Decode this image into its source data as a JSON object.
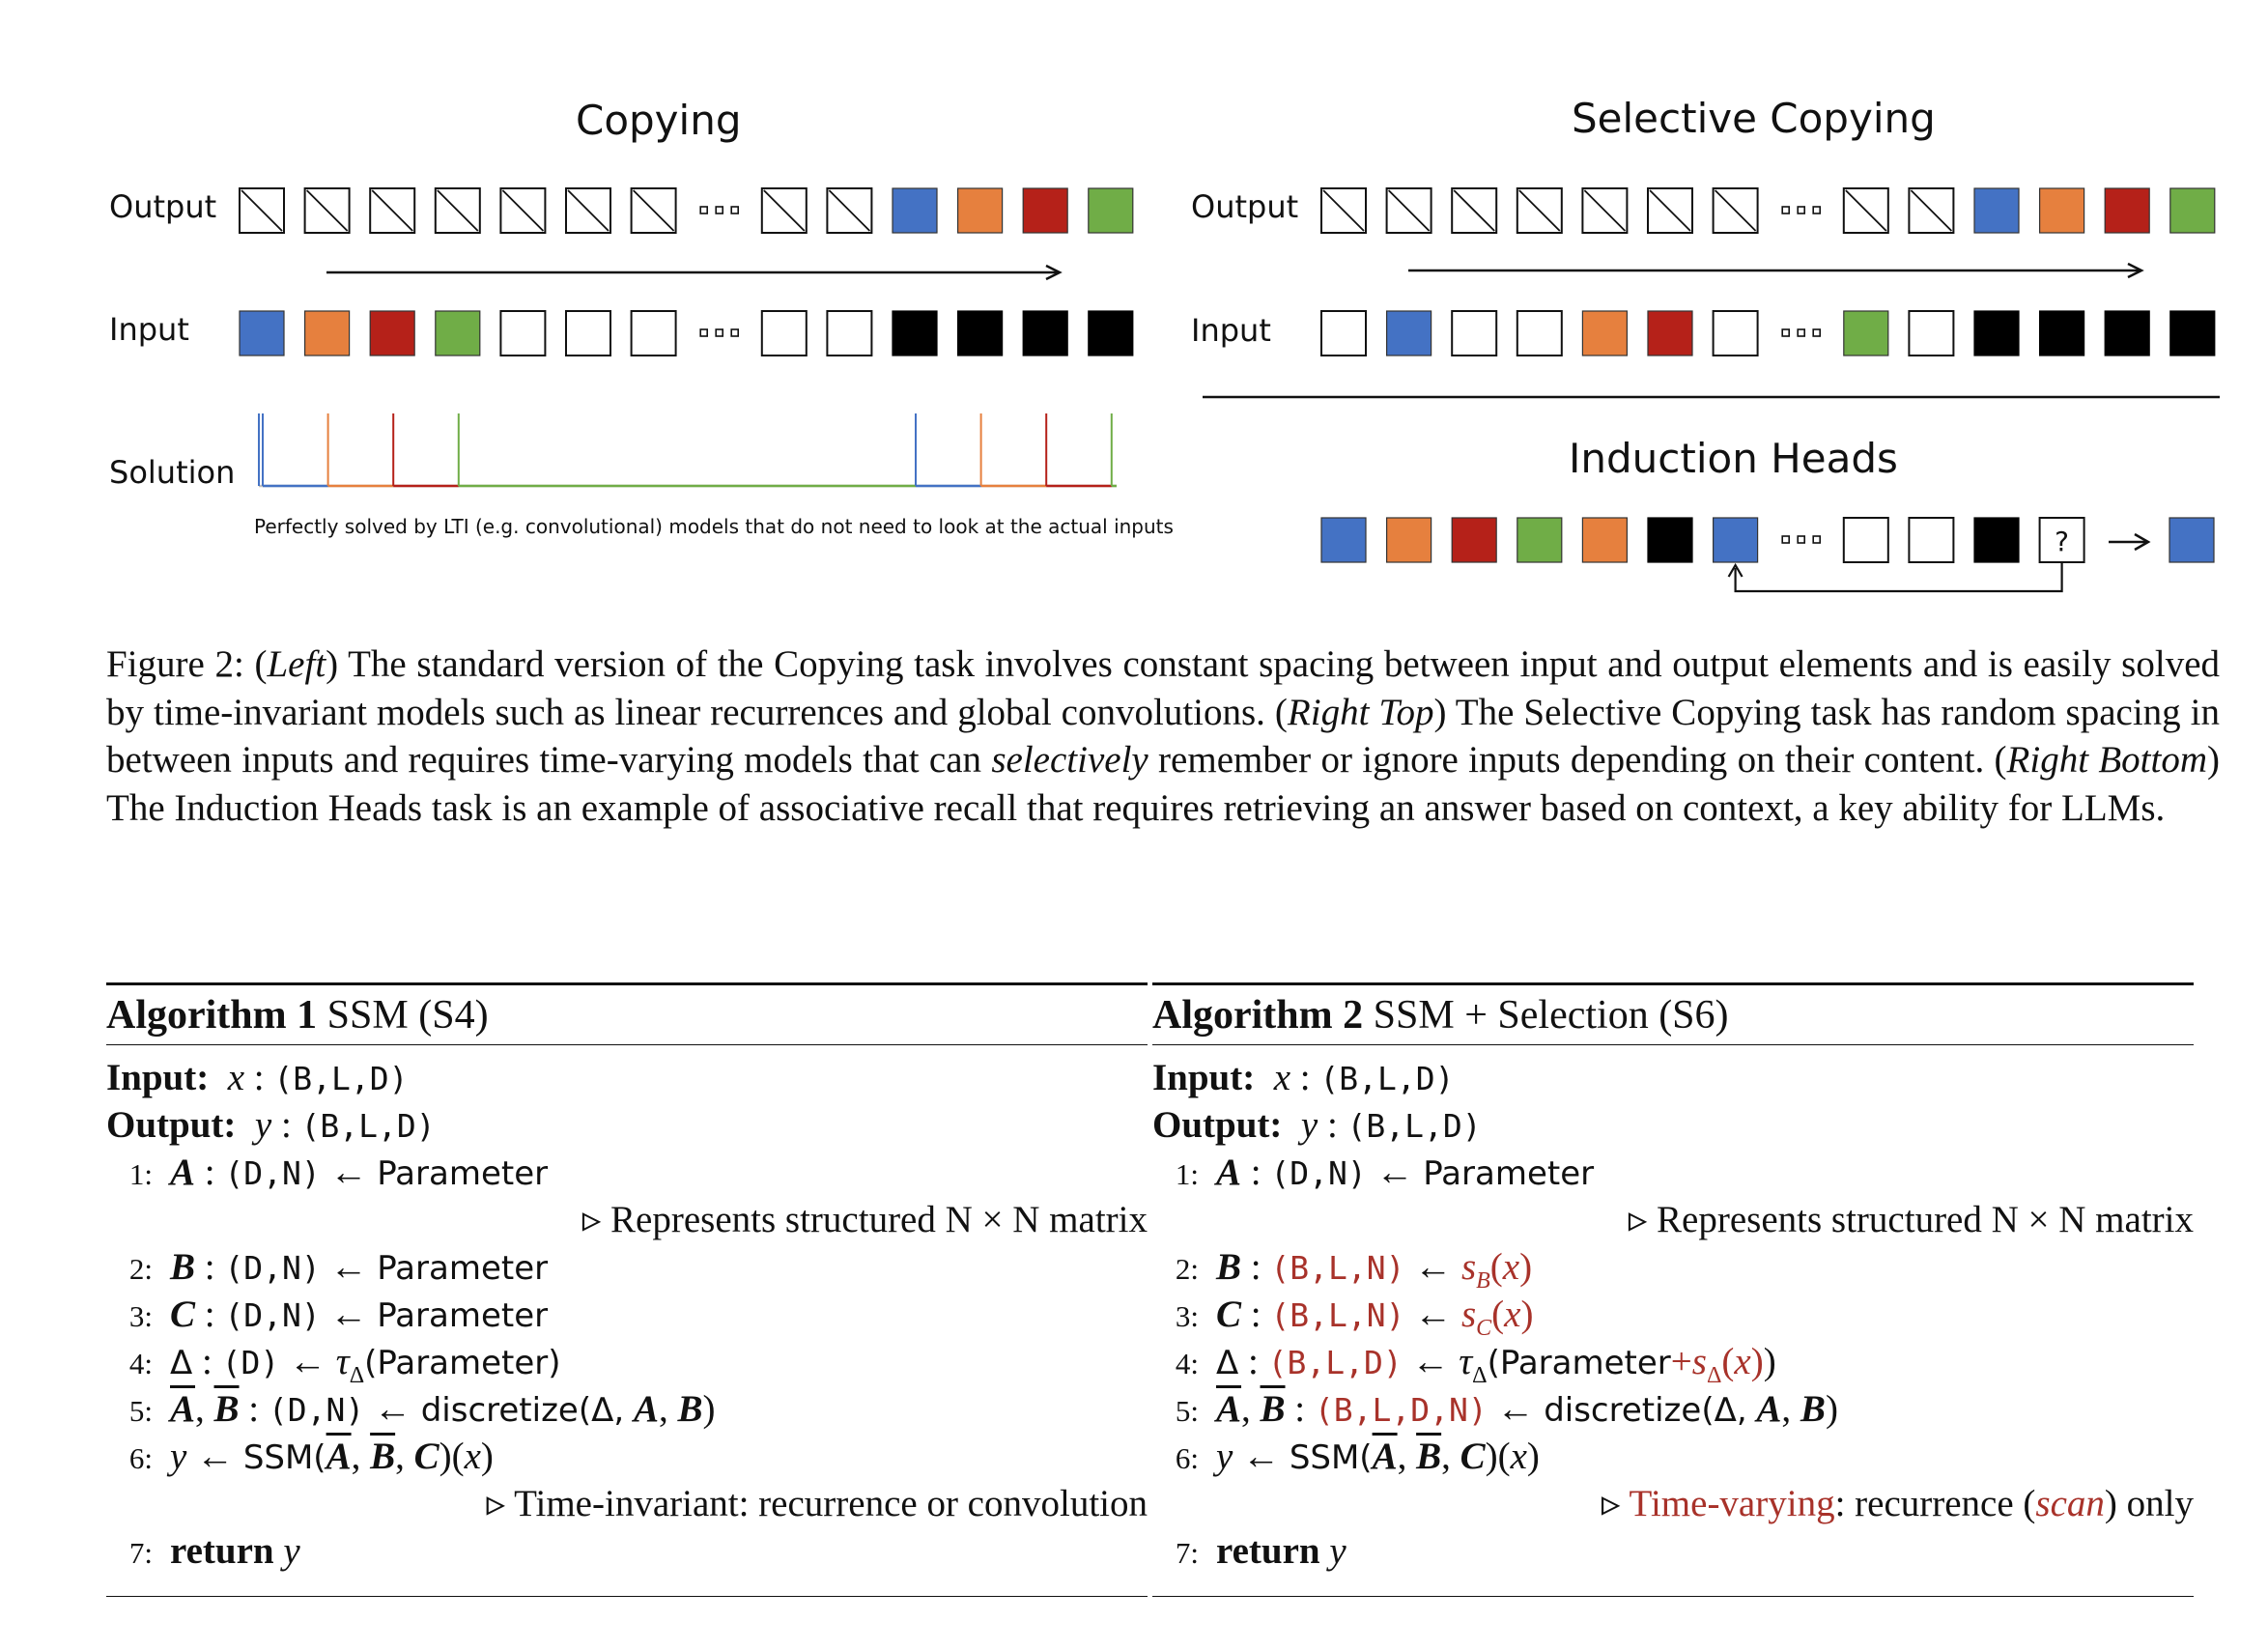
{
  "figure": {
    "copying": {
      "title": "Copying",
      "output_label": "Output",
      "input_label": "Input",
      "solution_label": "Solution",
      "note": "Perfectly solved by LTI (e.g. convolutional) models that do not need to look at the actual inputs",
      "output_cells": [
        "hatch",
        "hatch",
        "hatch",
        "hatch",
        "hatch",
        "hatch",
        "hatch",
        "dots",
        "hatch",
        "hatch",
        "blue",
        "orange",
        "red",
        "green"
      ],
      "input_cells": [
        "blue",
        "orange",
        "red",
        "green",
        "white",
        "white",
        "white",
        "dots",
        "white",
        "white",
        "black",
        "black",
        "black",
        "black"
      ]
    },
    "selective": {
      "title": "Selective Copying",
      "output_label": "Output",
      "input_label": "Input",
      "output_cells": [
        "hatch",
        "hatch",
        "hatch",
        "hatch",
        "hatch",
        "hatch",
        "hatch",
        "dots",
        "hatch",
        "hatch",
        "blue",
        "orange",
        "red",
        "green"
      ],
      "input_cells": [
        "white",
        "blue",
        "white",
        "white",
        "orange",
        "red",
        "white",
        "dots",
        "green",
        "white",
        "black",
        "black",
        "black",
        "black"
      ]
    },
    "induction": {
      "title": "Induction Heads",
      "cells": [
        "blue",
        "orange",
        "red",
        "green",
        "orange",
        "black",
        "blue",
        "dots",
        "white",
        "white",
        "black",
        "query"
      ],
      "query_mark": "?",
      "answer": "blue"
    },
    "colors": {
      "blue": "#4472c4",
      "orange": "#e6803e",
      "red": "#b52119",
      "green": "#70ad47",
      "black": "#000000",
      "white": "#ffffff"
    }
  },
  "caption": {
    "prefix": "Figure 2: (",
    "left": "Left",
    "part1": ") The standard version of the Copying task involves constant spacing between input and output elements and is easily solved by time-invariant models such as linear recurrences and global convolutions. (",
    "right_top": "Right Top",
    "part2": ") The Selective Copying task has random spacing in between inputs and requires time-varying models that can ",
    "selectively": "selectively",
    "part3": " remember or ignore inputs depending on their content. (",
    "right_bottom": "Right Bottom",
    "part4": ") The Induction Heads task is an example of associative recall that requires retrieving an answer based on context, a key ability for LLMs."
  },
  "algorithm1": {
    "label": "Algorithm 1",
    "title": "SSM (S4)",
    "input_kw": "Input:",
    "output_kw": "Output:",
    "comment1": "Represents structured N × N matrix",
    "comment2": "Time-invariant: recurrence or convolution",
    "return_kw": "return"
  },
  "algorithm2": {
    "label": "Algorithm 2",
    "title": "SSM + Selection (S6)",
    "input_kw": "Input:",
    "output_kw": "Output:",
    "comment1": "Represents structured N × N matrix",
    "comment2_red": "Time-varying",
    "comment2_rest": ": recurrence (",
    "comment2_scan": "scan",
    "comment2_end": ") only",
    "return_kw": "return"
  }
}
